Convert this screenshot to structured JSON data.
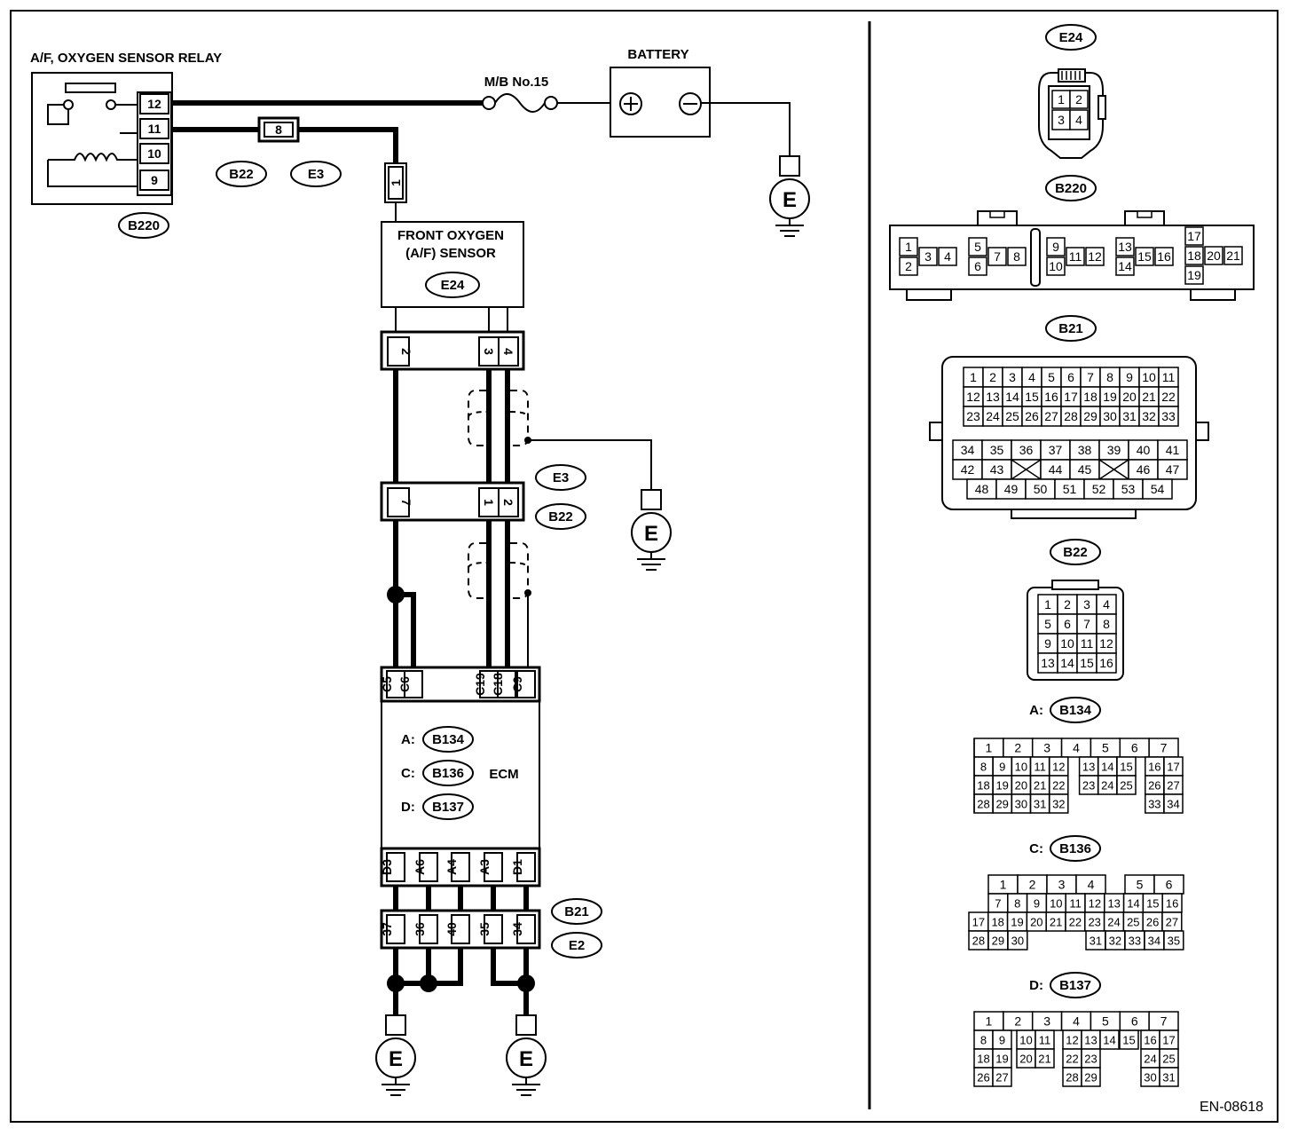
{
  "doc_id": "EN-08618",
  "relay": {
    "label": "A/F, OXYGEN SENSOR RELAY",
    "conn": "B220",
    "pins": [
      "12",
      "11",
      "10",
      "9"
    ]
  },
  "battery": {
    "label": "BATTERY",
    "fuse": "M/B No.15"
  },
  "connectors": {
    "b22": "B22",
    "e3": "E3",
    "e2": "E2",
    "b21": "B21",
    "e24": "E24",
    "b220": "B220"
  },
  "inline_pin": "8",
  "sensor": {
    "title1": "FRONT OXYGEN",
    "title2": "(A/F) SENSOR",
    "conn": "E24",
    "pin1": "1"
  },
  "jc1_pins": [
    "2",
    "3",
    "4"
  ],
  "jc2_pins": [
    "7",
    "1",
    "2"
  ],
  "ecm": {
    "label": "ECM",
    "top_pins": [
      "C5",
      "C6",
      "C19",
      "C18",
      "C9"
    ],
    "bottom_pins": [
      "D3",
      "A6",
      "A4",
      "A3",
      "D1"
    ],
    "rows": [
      {
        "prefix": "A:",
        "conn": "B134"
      },
      {
        "prefix": "C:",
        "conn": "B136"
      },
      {
        "prefix": "D:",
        "conn": "B137"
      }
    ]
  },
  "b21_pins_used": [
    "37",
    "36",
    "40",
    "35",
    "34"
  ],
  "ground_label": "E",
  "right_views": {
    "e24": {
      "title": "E24",
      "grid": [
        [
          "1",
          "2"
        ],
        [
          "3",
          "4"
        ]
      ]
    },
    "b220": {
      "title": "B220",
      "cells": [
        "1",
        "2",
        "3",
        "4",
        "5",
        "6",
        "7",
        "8",
        "9",
        "10",
        "11",
        "12",
        "13",
        "14",
        "15",
        "16",
        "17",
        "18",
        "19",
        "20",
        "21"
      ]
    },
    "b21": {
      "title": "B21",
      "top_rows": [
        [
          "1",
          "2",
          "3",
          "4",
          "5",
          "6",
          "7",
          "8",
          "9",
          "10",
          "11"
        ],
        [
          "12",
          "13",
          "14",
          "15",
          "16",
          "17",
          "18",
          "19",
          "20",
          "21",
          "22"
        ],
        [
          "23",
          "24",
          "25",
          "26",
          "27",
          "28",
          "29",
          "30",
          "31",
          "32",
          "33"
        ]
      ],
      "bot_rows": [
        [
          "34",
          "35",
          "36",
          "37",
          "38",
          "39",
          "40",
          "41"
        ],
        [
          "42",
          "43",
          "",
          "44",
          "45",
          "",
          "46",
          "47"
        ],
        [
          "48",
          "49",
          "50",
          "51",
          "52",
          "53",
          "54"
        ]
      ]
    },
    "b22": {
      "title": "B22",
      "rows": [
        [
          "1",
          "2",
          "3",
          "4"
        ],
        [
          "5",
          "6",
          "7",
          "8"
        ],
        [
          "9",
          "10",
          "11",
          "12"
        ],
        [
          "13",
          "14",
          "15",
          "16"
        ]
      ]
    },
    "b134": {
      "prefix": "A:",
      "title": "B134",
      "rows": [
        [
          "1",
          "",
          "2",
          "",
          "3",
          "",
          "4",
          "",
          "5",
          "",
          "6",
          "",
          "7"
        ],
        [
          "8",
          "9",
          "10",
          "11",
          "12",
          "13",
          "14",
          "15",
          "16",
          "17"
        ],
        [
          "18",
          "19",
          "20",
          "21",
          "22",
          "23",
          "24",
          "25",
          "26",
          "27"
        ],
        [
          "28",
          "29",
          "30",
          "31",
          "32",
          "",
          "",
          "",
          "33",
          "34"
        ]
      ]
    },
    "b136": {
      "prefix": "C:",
      "title": "B136",
      "rows": [
        [
          "1",
          "2",
          "3",
          "4",
          "",
          "5",
          "6"
        ],
        [
          "7",
          "8",
          "9",
          "10",
          "11",
          "12",
          "13",
          "14",
          "15",
          "16"
        ],
        [
          "17",
          "18",
          "19",
          "20",
          "21",
          "22",
          "23",
          "24",
          "25",
          "26",
          "27"
        ],
        [
          "28",
          "29",
          "30",
          "",
          "",
          "31",
          "32",
          "33",
          "34",
          "35"
        ]
      ]
    },
    "b137": {
      "prefix": "D:",
      "title": "B137",
      "rows": [
        [
          "1",
          "2",
          "3",
          "4",
          "5",
          "6",
          "7"
        ],
        [
          "8",
          "9",
          "10",
          "11",
          "12",
          "13",
          "14",
          "15",
          "16",
          "17"
        ],
        [
          "18",
          "19",
          "20",
          "21",
          "22",
          "23",
          "",
          "24",
          "25"
        ],
        [
          "26",
          "27",
          "",
          "28",
          "29",
          "",
          "30",
          "31"
        ]
      ]
    }
  }
}
